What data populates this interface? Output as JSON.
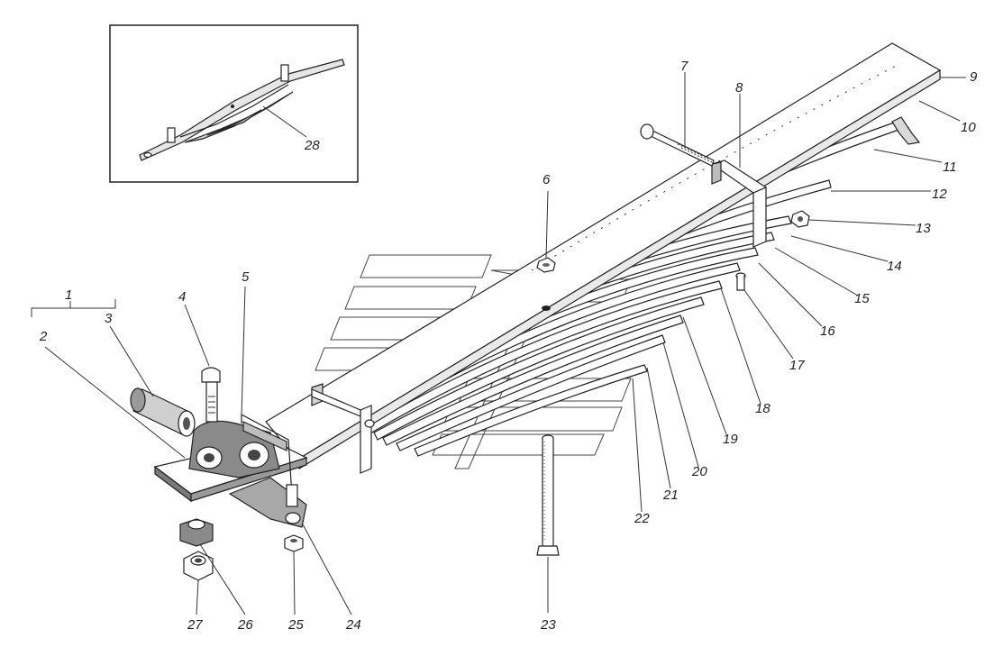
{
  "colors": {
    "ink": "#222222",
    "paper": "#ffffff",
    "shade": "#d9d9d9",
    "dark": "#6b6b6b"
  },
  "labels": {
    "l1": "1",
    "l2": "2",
    "l3": "3",
    "l4": "4",
    "l5": "5",
    "l6": "6",
    "l7": "7",
    "l8": "8",
    "l9": "9",
    "l10": "10",
    "l11": "11",
    "l12": "12",
    "l13": "13",
    "l14": "14",
    "l15": "15",
    "l16": "16",
    "l17": "17",
    "l18": "18",
    "l19": "19",
    "l20": "20",
    "l21": "21",
    "l22": "22",
    "l23": "23",
    "l24": "24",
    "l25": "25",
    "l26": "26",
    "l27": "27",
    "l28": "28"
  }
}
